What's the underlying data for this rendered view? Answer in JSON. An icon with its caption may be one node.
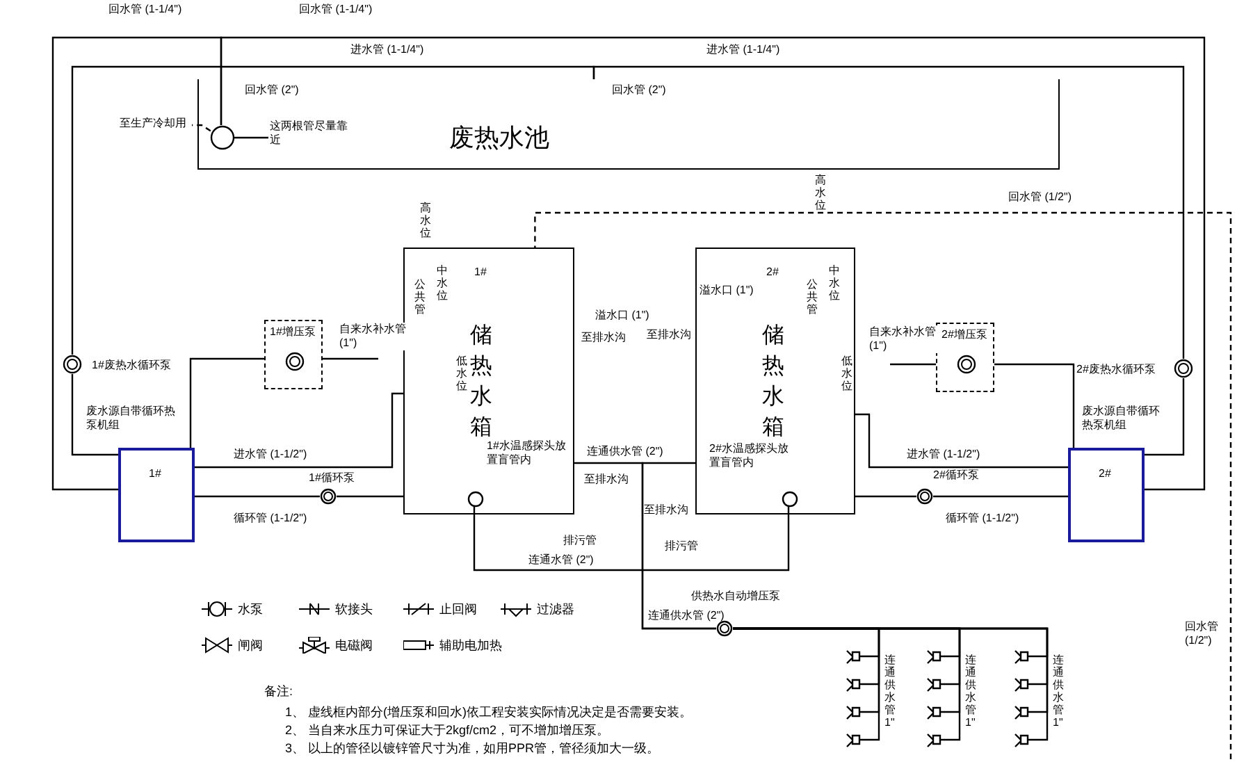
{
  "diagram": {
    "nodes": [
      {
        "text": [
          "废热水池"
        ]
      },
      {
        "text": [],
        "shape": "circle",
        "in": 0
      },
      {
        "text": [
          "这两根管尽量靠近"
        ],
        "in": 0
      },
      {
        "text": [
          "1#",
          "储热水箱"
        ]
      },
      {
        "text": [
          "2#",
          "储热水箱"
        ]
      },
      {
        "text": [
          "1#"
        ],
        "beside": [
          "废水源自带循环热泵机组"
        ]
      },
      {
        "text": [
          "2#"
        ],
        "beside": [
          "废水源自带循环热泵机组"
        ]
      },
      {
        "text": [
          "1#增压泵"
        ]
      },
      {
        "text": [
          "2#增压泵"
        ]
      },
      {
        "text": [],
        "shape": "circle",
        "beside": [
          "1#废热水循环泵"
        ]
      },
      {
        "text": [],
        "shape": "circle",
        "beside": [
          "2#废热水循环泵"
        ]
      },
      {
        "text": [],
        "shape": "circle",
        "beside": [
          "1#循环泵"
        ]
      },
      {
        "text": [],
        "shape": "circle",
        "beside": [
          "2#循环泵"
        ]
      },
      {
        "text": [],
        "shape": "circle",
        "beside": [
          "供热水自动增压泵"
        ]
      },
      {
        "text": [],
        "shape": "picture"
      },
      {
        "text": [],
        "shape": "picture"
      },
      {
        "text": [],
        "shape": "picture"
      },
      {
        "text": [],
        "shape": "picture"
      },
      {
        "text": [],
        "shape": "picture"
      },
      {
        "text": [],
        "shape": "picture"
      },
      {
        "text": [],
        "shape": "picture"
      },
      {
        "text": [],
        "shape": "picture"
      },
      {
        "text": [],
        "shape": "picture"
      },
      {
        "text": [],
        "shape": "picture"
      },
      {
        "text": [],
        "shape": "picture"
      },
      {
        "text": [],
        "shape": "picture"
      },
      {
        "text": [],
        "shape": "circle",
        "in": 3
      },
      {
        "text": [],
        "shape": "circle",
        "in": 4
      },
      {
        "text": [
          "至生产冷却用"
        ]
      }
    ],
    "edges": [
      {
        "from": 5,
        "to": 1,
        "arrow": "none",
        "label": "回水管 (1-1/4\")"
      },
      {
        "from": 6,
        "to": 1,
        "arrow": "none",
        "label": "回水管 (1-1/4\")"
      },
      {
        "from": 0,
        "to": 9,
        "arrow": "none",
        "label": "进水管 (1-1/4\")"
      },
      {
        "from": 0,
        "to": 10,
        "arrow": "none",
        "label": "进水管 (1-1/4\")"
      },
      {
        "from": 9,
        "to": 5,
        "arrow": "none"
      },
      {
        "from": 10,
        "to": 6,
        "arrow": "none"
      },
      {
        "from": null,
        "to": 7,
        "arrow": "none",
        "label": "自来水补水管 (1\")"
      },
      {
        "from": 7,
        "to": 5,
        "arrow": "none"
      },
      {
        "from": null,
        "to": 8,
        "arrow": "none",
        "label": "自来水补水管 (1\")"
      },
      {
        "from": 8,
        "to": 6,
        "arrow": "none"
      },
      {
        "from": 5,
        "to": 3,
        "arrow": "none",
        "label": "进水管 (1-1/2\")"
      },
      {
        "from": 3,
        "to": 11,
        "arrow": "none"
      },
      {
        "from": 11,
        "to": 5,
        "arrow": "none",
        "label": "循环管 (1-1/2\")"
      },
      {
        "from": 6,
        "to": 4,
        "arrow": "none",
        "label": "进水管 (1-1/2\")"
      },
      {
        "from": 4,
        "to": 12,
        "arrow": "none"
      },
      {
        "from": 12,
        "to": 6,
        "arrow": "none",
        "label": "循环管 (1-1/2\")"
      },
      {
        "from": 3,
        "to": 13,
        "arrow": "none",
        "label": "连通供水管 (2\")"
      },
      {
        "from": 4,
        "to": 13,
        "arrow": "none"
      },
      {
        "from": 13,
        "to": 14,
        "arrow": "none"
      },
      {
        "from": 13,
        "to": 15,
        "arrow": "none"
      },
      {
        "from": 13,
        "to": 16,
        "arrow": "none"
      },
      {
        "from": 13,
        "to": 17,
        "arrow": "none"
      },
      {
        "from": 13,
        "to": 18,
        "arrow": "none"
      },
      {
        "from": 13,
        "to": 19,
        "arrow": "none"
      },
      {
        "from": 13,
        "to": 20,
        "arrow": "none"
      },
      {
        "from": 13,
        "to": 21,
        "arrow": "none"
      },
      {
        "from": 13,
        "to": 22,
        "arrow": "none"
      },
      {
        "from": 13,
        "to": 23,
        "arrow": "none"
      },
      {
        "from": 13,
        "to": 24,
        "arrow": "none"
      },
      {
        "from": 13,
        "to": 25,
        "arrow": "none"
      },
      {
        "from": null,
        "to": 3,
        "arrow": "none",
        "style": "dashed",
        "label": "回水管 (1/2\")"
      },
      {
        "from": 1,
        "to": 28,
        "arrow": "none",
        "style": "dashed"
      },
      {
        "from": 2,
        "to": 1,
        "arrow": "none"
      },
      {
        "from": 26,
        "to": 27,
        "arrow": "none",
        "label": "连通水管 (2\")"
      }
    ],
    "labels": [
      "回水管 (2\")",
      "回水管 (2\")",
      "高水位",
      "公共管",
      "中水位",
      "低水位",
      "溢水口 (1\")",
      "至排水沟",
      "1#水温感探头放置盲管内",
      "至排水沟",
      "排污管",
      "2#水温感探头放置盲管内",
      "溢水口 (1\")",
      "至排水沟",
      "高水位",
      "公共管",
      "中水位",
      "低水位",
      "至排水沟",
      "排污管",
      "连通供水管 (2\")",
      "连通供水管 1\"",
      "连通供水管 1\"",
      "连通供水管 1\"",
      "回水管 (1/2\")",
      "备注:",
      "1、 虚线框内部分(增压泵和回水)依工程安装实际情况决定是否需要安装。",
      "2、 当自来水压力可保证大于2kgf/cm2，可不增加增压泵。",
      "3、 以上的管径以镀锌管尺寸为准，如用PPR管，管径须加大一级。"
    ],
    "legend": [
      {
        "text": "水泵"
      },
      {
        "text": "软接头"
      },
      {
        "text": "止回阀"
      },
      {
        "text": "过滤器"
      },
      {
        "text": "闸阀"
      },
      {
        "text": "电磁阀"
      },
      {
        "text": "辅助电加热"
      }
    ]
  }
}
